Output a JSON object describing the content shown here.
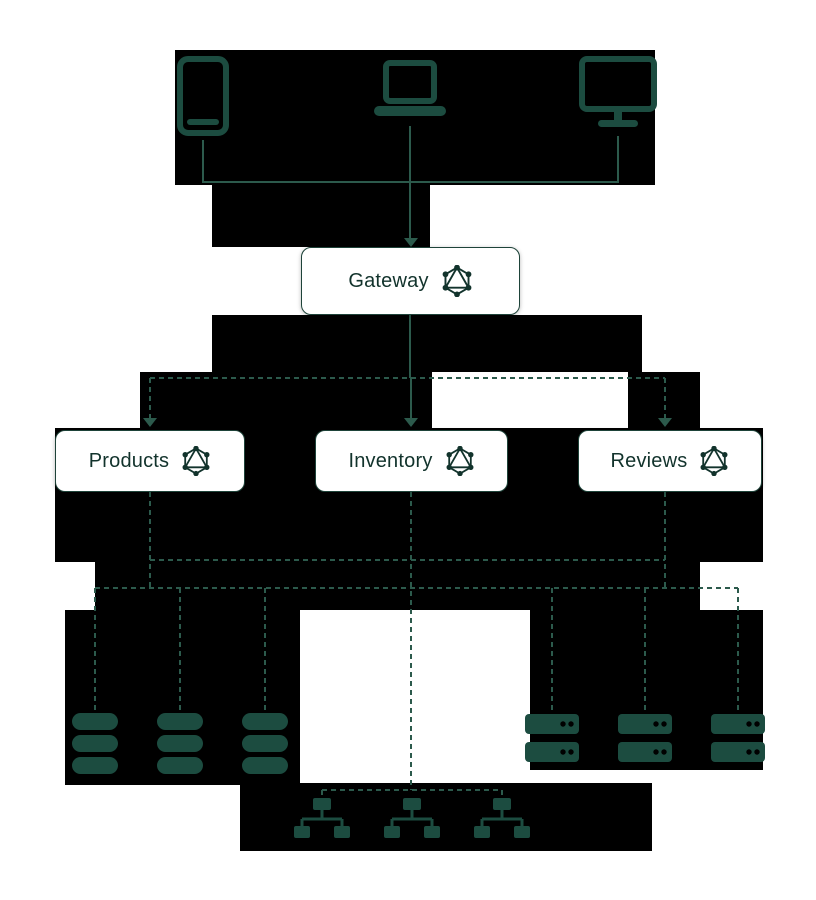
{
  "diagram": {
    "nodes": {
      "gateway": {
        "label": "Gateway",
        "icon": "graphql-icon"
      },
      "products": {
        "label": "Products",
        "icon": "graphql-icon"
      },
      "inventory": {
        "label": "Inventory",
        "icon": "graphql-icon"
      },
      "reviews": {
        "label": "Reviews",
        "icon": "graphql-icon"
      }
    },
    "clients": [
      {
        "icon": "tablet-icon"
      },
      {
        "icon": "laptop-icon"
      },
      {
        "icon": "desktop-monitor-icon"
      }
    ],
    "resources": {
      "databases": {
        "icon": "database-icon",
        "count": 3
      },
      "servers": {
        "icon": "server-icon",
        "count": 3
      },
      "networks": {
        "icon": "network-hub-icon",
        "count": 3
      }
    },
    "colors": {
      "background": "#ffffff",
      "block": "#000000",
      "ink": "#12332c",
      "line": "#2c5a4c",
      "icon": "#1c4c40",
      "box_fill": "#ffffff",
      "box_border": "#1e4339"
    }
  }
}
